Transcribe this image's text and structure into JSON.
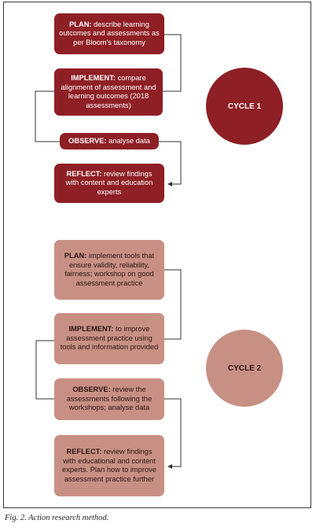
{
  "colors": {
    "cycle1": "#8e1f25",
    "cycle2": "#c89084",
    "connector": "#333333"
  },
  "cycle1": {
    "label": "CYCLE 1",
    "plan": {
      "key": "PLAN:",
      "text": " describe learning outcomes and assessments as per Bloom's taxonomy"
    },
    "implement": {
      "key": "IMPLEMENT:",
      "text": " compare alignment of assessment and learning outcomes (2018 assessments)"
    },
    "observe": {
      "key": "OBSERVE:",
      "text": " analyse data"
    },
    "reflect": {
      "key": "REFLECT:",
      "text": " review findings with content and education experts"
    }
  },
  "cycle2": {
    "label": "CYCLE 2",
    "plan": {
      "key": "PLAN:",
      "text": " implement tools that ensure validity, reliability, fairness; workshop on good assessment practice"
    },
    "implement": {
      "key": "IMPLEMENT:",
      "text": " to improve assessment practice using tools and information provided"
    },
    "observe": {
      "key": "OBSERVE:",
      "text": " review the assessments following the workshops; analyse data"
    },
    "reflect": {
      "key": "REFLECT:",
      "text": " review findings with educational and content experts. Plan how to improve assessment practice further"
    }
  },
  "caption": "Fig. 2. Action research method."
}
